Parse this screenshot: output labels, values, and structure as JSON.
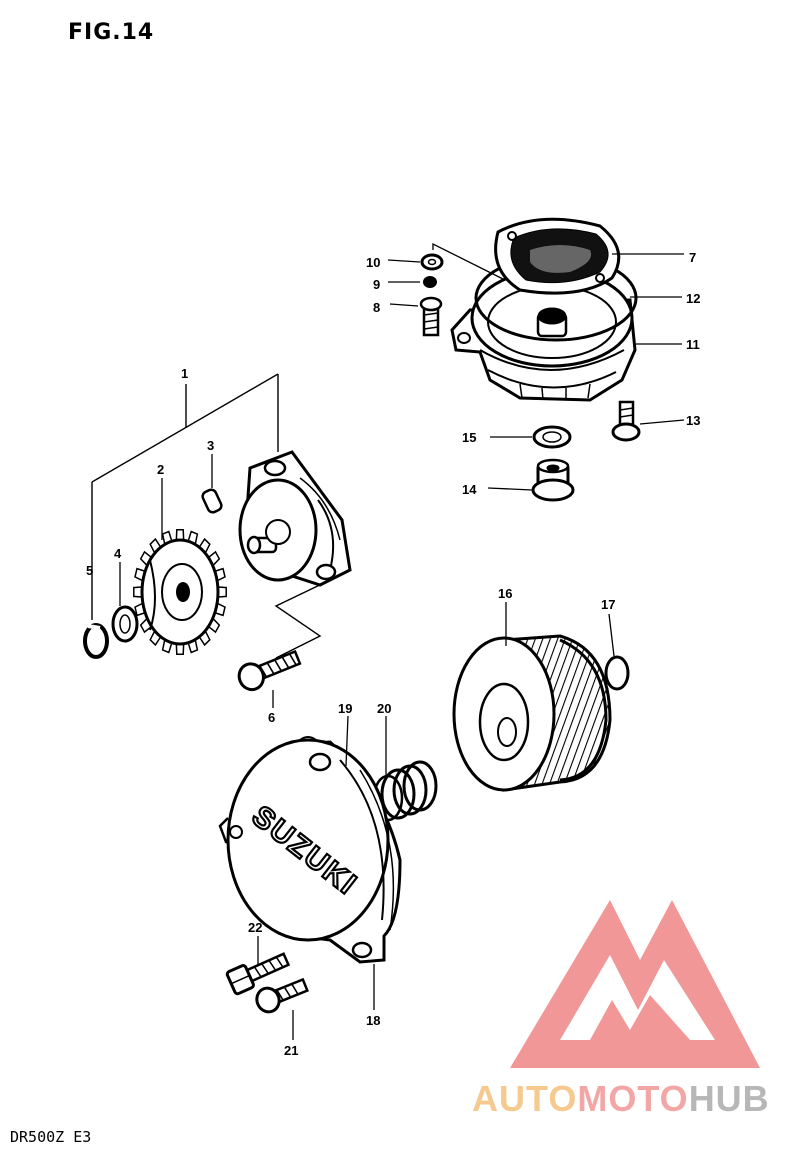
{
  "figure": {
    "title": "FIG.14",
    "model": "DR500Z  E3"
  },
  "watermark": {
    "part1": "AUTO",
    "part2": "MOTO",
    "part3": "HUB",
    "colors": {
      "auto": "#f6c98e",
      "moto": "#f3a6a6",
      "hub": "#b7b7b7",
      "logo": "#f08c8c"
    }
  },
  "parts": [
    {
      "id": "1",
      "label": "1"
    },
    {
      "id": "2",
      "label": "2"
    },
    {
      "id": "3",
      "label": "3"
    },
    {
      "id": "4",
      "label": "4"
    },
    {
      "id": "5",
      "label": "5"
    },
    {
      "id": "6",
      "label": "6"
    },
    {
      "id": "7",
      "label": "7"
    },
    {
      "id": "8",
      "label": "8"
    },
    {
      "id": "9",
      "label": "9"
    },
    {
      "id": "10",
      "label": "10"
    },
    {
      "id": "11",
      "label": "11"
    },
    {
      "id": "12",
      "label": "12"
    },
    {
      "id": "13",
      "label": "13"
    },
    {
      "id": "14",
      "label": "14"
    },
    {
      "id": "15",
      "label": "15"
    },
    {
      "id": "16",
      "label": "16"
    },
    {
      "id": "17",
      "label": "17"
    },
    {
      "id": "18",
      "label": "18"
    },
    {
      "id": "19",
      "label": "19"
    },
    {
      "id": "20",
      "label": "20"
    },
    {
      "id": "21",
      "label": "21"
    },
    {
      "id": "22",
      "label": "22"
    }
  ],
  "cover_logo": "SUZUKI"
}
